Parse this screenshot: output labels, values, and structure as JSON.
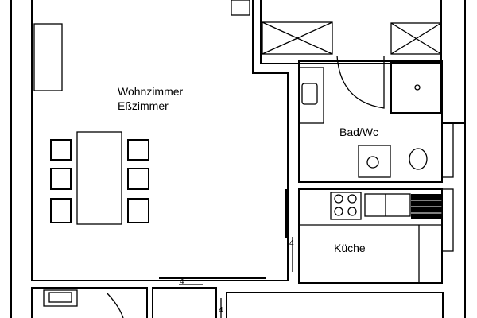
{
  "rooms": {
    "living": {
      "line1": "Wohnzimmer",
      "line2": "Eßzimmer"
    },
    "bath": "Bad/Wc",
    "kitchen": "Küche"
  },
  "dimension_marks": [
    "4",
    "4",
    "4"
  ],
  "colors": {
    "line": "#000000",
    "background": "#ffffff"
  }
}
